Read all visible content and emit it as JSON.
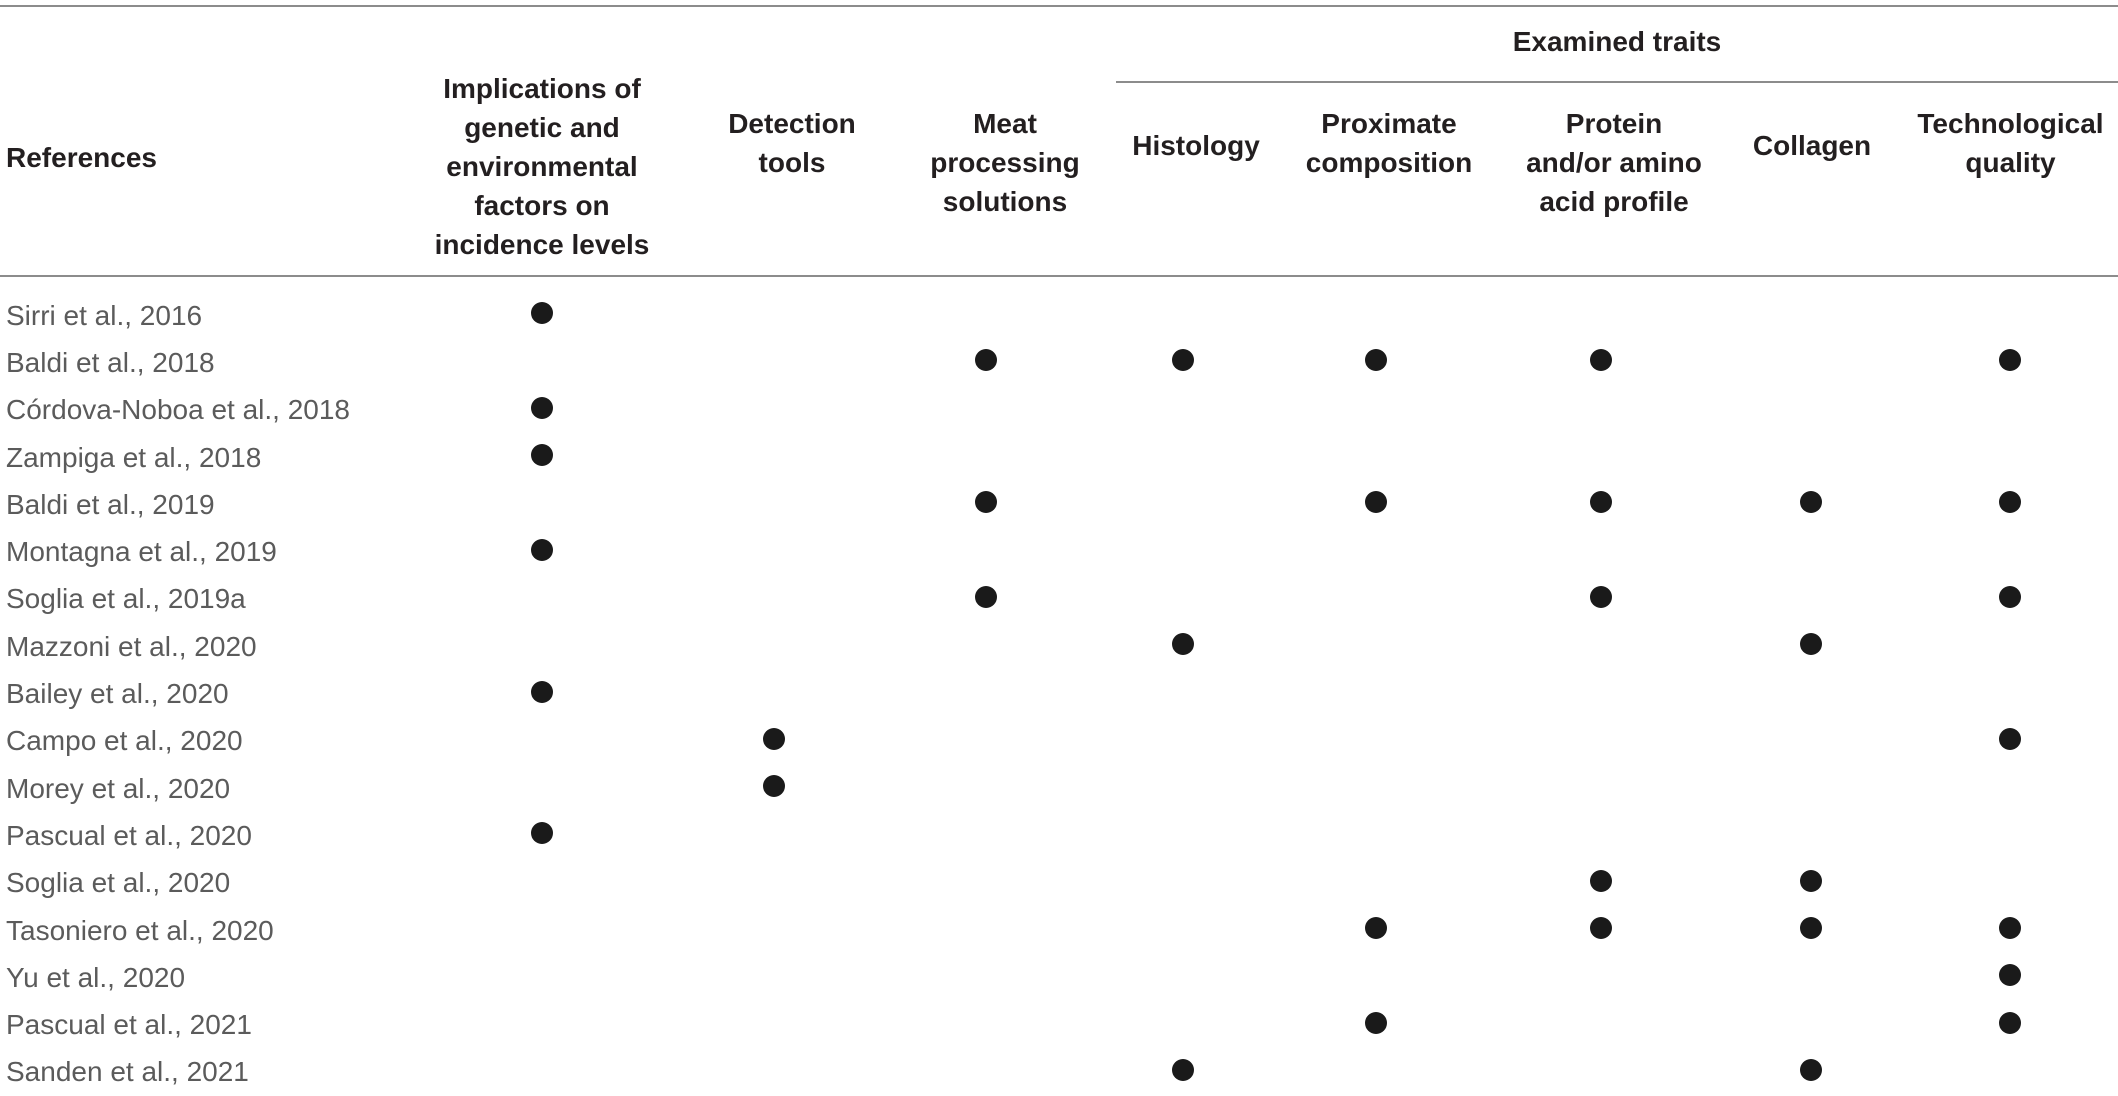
{
  "header": {
    "group_label": "Examined traits",
    "columns": [
      "References",
      "Implications of\ngenetic and\nenvironmental\nfactors on\nincidence levels",
      "Detection\ntools",
      "Meat\nprocessing\nsolutions",
      "Histology",
      "Proximate\ncomposition",
      "Protein\nand/or amino\nacid profile",
      "Collagen",
      "Technological\nquality"
    ]
  },
  "rows": [
    {
      "reference": "Sirri et al., 2016",
      "marks": [
        true,
        false,
        false,
        false,
        false,
        false,
        false,
        false
      ]
    },
    {
      "reference": "Baldi et al., 2018",
      "marks": [
        false,
        false,
        true,
        true,
        true,
        true,
        false,
        true
      ]
    },
    {
      "reference": "Córdova-Noboa et al., 2018",
      "marks": [
        true,
        false,
        false,
        false,
        false,
        false,
        false,
        false
      ]
    },
    {
      "reference": "Zampiga et al., 2018",
      "marks": [
        true,
        false,
        false,
        false,
        false,
        false,
        false,
        false
      ]
    },
    {
      "reference": "Baldi et al., 2019",
      "marks": [
        false,
        false,
        true,
        false,
        true,
        true,
        true,
        true
      ]
    },
    {
      "reference": "Montagna et al., 2019",
      "marks": [
        true,
        false,
        false,
        false,
        false,
        false,
        false,
        false
      ]
    },
    {
      "reference": "Soglia et al., 2019a",
      "marks": [
        false,
        false,
        true,
        false,
        false,
        true,
        false,
        true
      ]
    },
    {
      "reference": "Mazzoni et al., 2020",
      "marks": [
        false,
        false,
        false,
        true,
        false,
        false,
        true,
        false
      ]
    },
    {
      "reference": "Bailey et al., 2020",
      "marks": [
        true,
        false,
        false,
        false,
        false,
        false,
        false,
        false
      ]
    },
    {
      "reference": "Campo et al., 2020",
      "marks": [
        false,
        true,
        false,
        false,
        false,
        false,
        false,
        true
      ]
    },
    {
      "reference": "Morey et al., 2020",
      "marks": [
        false,
        true,
        false,
        false,
        false,
        false,
        false,
        false
      ]
    },
    {
      "reference": "Pascual et al., 2020",
      "marks": [
        true,
        false,
        false,
        false,
        false,
        false,
        false,
        false
      ]
    },
    {
      "reference": "Soglia et al., 2020",
      "marks": [
        false,
        false,
        false,
        false,
        false,
        true,
        true,
        false
      ]
    },
    {
      "reference": "Tasoniero et al., 2020",
      "marks": [
        false,
        false,
        false,
        false,
        true,
        true,
        true,
        true
      ]
    },
    {
      "reference": "Yu et al., 2020",
      "marks": [
        false,
        false,
        false,
        false,
        false,
        false,
        false,
        true
      ]
    },
    {
      "reference": "Pascual et al., 2021",
      "marks": [
        false,
        false,
        false,
        false,
        true,
        false,
        false,
        true
      ]
    },
    {
      "reference": "Sanden et al., 2021",
      "marks": [
        false,
        false,
        false,
        true,
        false,
        false,
        true,
        false
      ]
    }
  ]
}
